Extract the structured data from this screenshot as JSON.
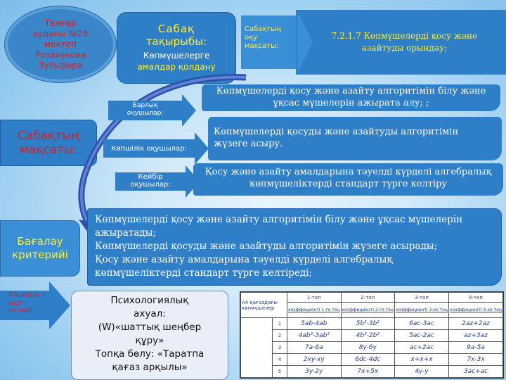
{
  "school": {
    "lines": [
      "Талғар",
      "ауданы №28",
      "мектеп",
      "Розахунова",
      "Зульфира"
    ]
  },
  "topic": {
    "label_line1": "Сабақ",
    "label_line2": "тақырыбы:",
    "title_line1": "Көпмүшелерге",
    "title_line2": "амалдар қолдану"
  },
  "learning_goal": {
    "label_line1": "Сабақтың",
    "label_line2": "оқу",
    "label_line3": "мақсаты:",
    "text": "7.2.1.7 Көпмүшелерді қосу және азайтуды орындау;"
  },
  "lesson_goals": {
    "label_line1": "Сабақтың",
    "label_line2": "мақсаты:",
    "groups": [
      {
        "line1": "Барлық",
        "line2": "оқушылар:",
        "text": "Көпмүшелерді қосу және азайту алгоритімін білу және ұқсас мүшелерін ажырата алу; ;"
      },
      {
        "line1": "Көпшілік оқушылар:",
        "line2": "",
        "text": "Көпмүшелерді қосуды және азайтуды алгоритімін жүзеге асыру."
      },
      {
        "line1": "Кейбір",
        "line2": "оқушылар:",
        "text": "Қосу және азайту амалдарына тәуелді күрделі алгебралық көпмүшеліктерді стандарт  түрге келтіру"
      }
    ]
  },
  "criteria": {
    "label_line1": "Бағалау",
    "label_line2": "критерийі",
    "items": [
      "Көпмүшелерді қосу және азайту алгоритімін білу және ұқсас мүшелерін ажыратады;",
      "Көпмүшелерді қосуды және азайтуды алгоритімін жүзеге асырады;",
      "Қосу және азайту амалдарына тәуелді күрделі алгебралық",
      "көпмүшеліктерді стандарт  түрге келтіреді;"
    ]
  },
  "collab": {
    "line1": "Ұйымдаст",
    "line2": "ыру",
    "line3": "кезеңі"
  },
  "psych": {
    "line1": "Психологиялық",
    "line2": "ахуал:",
    "line3": "(W)«шаттық шеңбер",
    "line4": "құру»",
    "line5": "Топқа бөлу: «Таратпа",
    "line6": "қағаз арқылы»"
  },
  "table": {
    "corner": "А4 қағаздағы",
    "corner2": "көпмүшелер",
    "groups": [
      "1-топ",
      "2-топ",
      "3-топ",
      "4-топ"
    ],
    "coef_labels": [
      "коэффициенті 1-ге тең",
      "коэффициенті 2-ге тең",
      "коэффициенті 3-ке тең",
      "коэффициенті 4-ке тең"
    ],
    "rows": [
      {
        "n": "1",
        "cells": [
          "5ab-4ab",
          "5b²-3b²",
          "6ac-3ac",
          "2az+2az"
        ]
      },
      {
        "n": "2",
        "cells": [
          "4ab²-3ab²",
          "4b²-2b²",
          "5ac-2ac",
          "az+3az"
        ]
      },
      {
        "n": "3",
        "cells": [
          "7a-6a",
          "8y-6y",
          "ac+2ac",
          "9a-5a"
        ]
      },
      {
        "n": "4",
        "cells": [
          "2xy-xy",
          "6dc-4dc",
          "x+x+x",
          "7x-3x"
        ]
      },
      {
        "n": "5",
        "cells": [
          "3y-2y",
          "7x+5x",
          "4y-y",
          "3ac+ac"
        ]
      }
    ]
  },
  "colors": {
    "box_blue": "#2f7fc8",
    "accent_yellow": "#ffee33",
    "accent_red": "#d0222a"
  }
}
